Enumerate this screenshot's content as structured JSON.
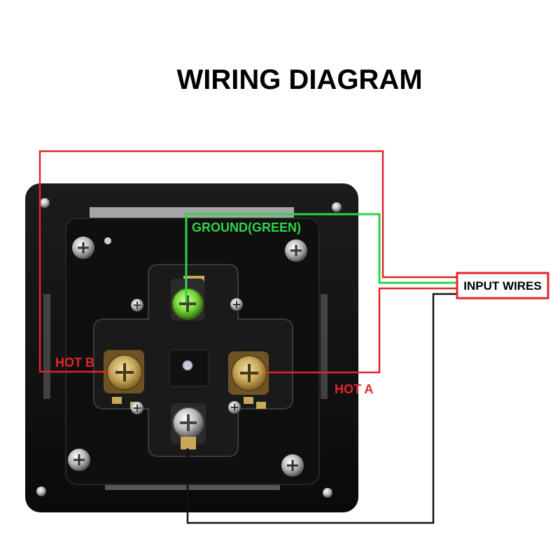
{
  "title": "WIRING DIAGRAM",
  "labels": {
    "ground": "GROUND(GREEN)",
    "hot_b": "HOT B",
    "hot_a": "HOT A",
    "input": "INPUT WIRES"
  },
  "colors": {
    "hot": "#e0262a",
    "ground": "#2fd34a",
    "neutral": "#111111",
    "socket_body": "#141414",
    "brass": "#c9a85a",
    "background": "#ffffff"
  },
  "icons": {
    "screw": "phillips-screw-icon",
    "terminal": "brass-terminal-icon"
  }
}
